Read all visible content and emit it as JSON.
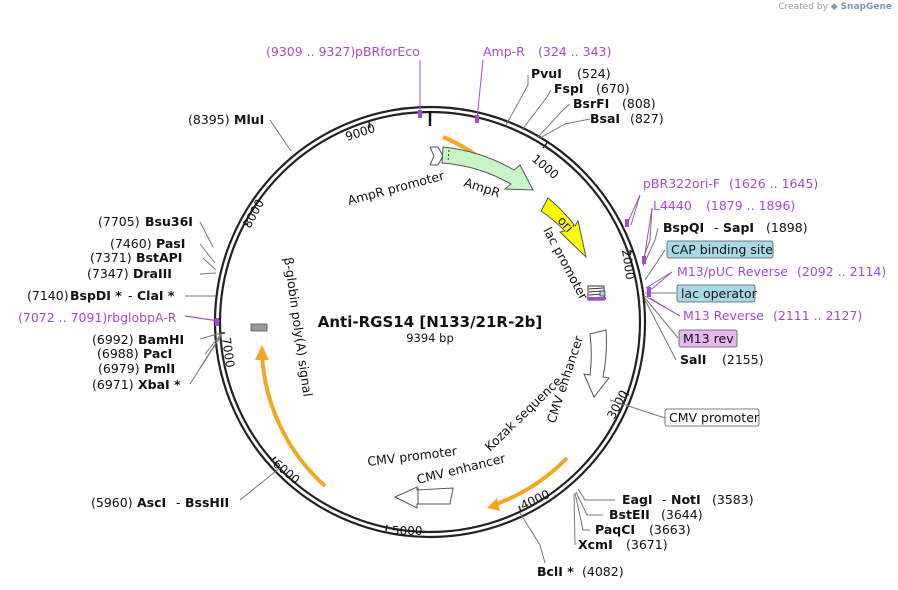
{
  "credit": {
    "prefix": "Created by",
    "brand": "SnapGene"
  },
  "plasmid": {
    "name": "Anti-RGS14 [N133/21R-2b]",
    "length": "9394 bp"
  },
  "ticks": [
    "1000",
    "2000",
    "3000",
    "4000",
    "5000",
    "6000",
    "7000",
    "8000",
    "9000"
  ],
  "features": {
    "amp_promoter": "AmpR promoter",
    "ampr": "AmpR",
    "ori": "ori",
    "lac_promoter": "lac promoter",
    "cmv_enhancer_1": "CMV enhancer",
    "kozak": "Kozak sequence",
    "cmv_promoter_inner": "CMV promoter",
    "cmv_enhancer_2": "CMV enhancer",
    "bglobin": "β-globin poly(A) signal"
  },
  "right_labels": {
    "pvui": {
      "name": "PvuI",
      "pos": "(524)"
    },
    "fspi": {
      "name": "FspI",
      "pos": "(670)"
    },
    "bsrfi": {
      "name": "BsrFI",
      "pos": "(808)"
    },
    "bsai": {
      "name": "BsaI",
      "pos": "(827)"
    },
    "pbr322": {
      "name": "pBR322ori-F",
      "pos": "(1626 .. 1645)"
    },
    "l4440": {
      "name": "L4440",
      "pos": "(1879 .. 1896)"
    },
    "bspqi": {
      "name": "BspQI",
      "name2": "SapI",
      "pos": "(1898)"
    },
    "cap": {
      "name": "CAP binding site"
    },
    "m13puc": {
      "name": "M13/pUC Reverse",
      "pos": "(2092 .. 2114)"
    },
    "lacop": {
      "name": "lac operator"
    },
    "m13rev_primer": {
      "name": "M13 Reverse",
      "pos": "(2111 .. 2127)"
    },
    "m13rev_feat": {
      "name": "M13 rev"
    },
    "sali": {
      "name": "SalI",
      "pos": "(2155)"
    },
    "cmvprom": {
      "name": "CMV promoter"
    },
    "eagi": {
      "name": "EagI",
      "name2": "NotI",
      "pos": "(3583)"
    },
    "bsteii": {
      "name": "BstEII",
      "pos": "(3644)"
    },
    "paqci": {
      "name": "PaqCI",
      "pos": "(3663)"
    },
    "xcmi": {
      "name": "XcmI",
      "pos": "(3671)"
    },
    "bcli": {
      "name": "BclI *",
      "pos": "(4082)"
    }
  },
  "top_labels": {
    "pbrforeco": {
      "name": "pBRforEco",
      "pos": "(9309 .. 9327)"
    },
    "ampr_primer": {
      "name": "Amp-R",
      "pos": "(324 .. 343)"
    }
  },
  "left_labels": {
    "mlui": {
      "name": "MluI",
      "pos": "(8395)"
    },
    "bsu36i": {
      "name": "Bsu36I",
      "pos": "(7705)"
    },
    "pasi": {
      "name": "PasI",
      "pos": "(7460)"
    },
    "bstapi": {
      "name": "BstAPI",
      "pos": "(7371)"
    },
    "draiii": {
      "name": "DraIII",
      "pos": "(7347)"
    },
    "bspdi": {
      "name": "BspDI *",
      "name2": "ClaI *",
      "pos": "(7140)"
    },
    "rbglobpa": {
      "name": "rbglobpA-R",
      "pos": "(7072 .. 7091)"
    },
    "bamhi": {
      "name": "BamHI",
      "pos": "(6992)"
    },
    "paci": {
      "name": "PacI",
      "pos": "(6988)"
    },
    "pmli": {
      "name": "PmlI",
      "pos": "(6979)"
    },
    "xbai": {
      "name": "XbaI *",
      "pos": "(6971)"
    },
    "asci": {
      "name": "AscI",
      "name2": "BssHII",
      "pos": "(5960)"
    }
  },
  "colors": {
    "backbone": "#222222",
    "ampr_fill": "#c8f5c8",
    "ori_fill": "#ffff00",
    "orf_orange": "#f5a623",
    "orf_fill": "#fbe3b4",
    "primer_purple": "#a64ad6",
    "cap_fill": "#a9d9e8",
    "m13rev_fill": "#e6b7f0"
  }
}
